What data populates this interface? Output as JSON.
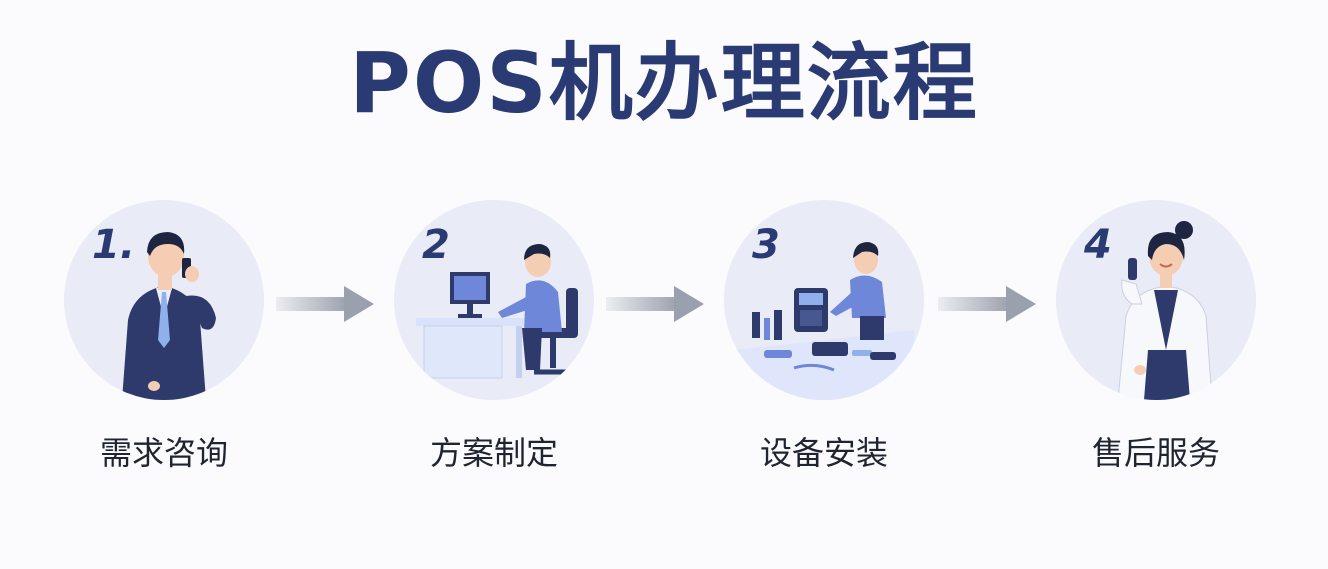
{
  "title": "POS机办理流程",
  "steps": [
    {
      "number": "1.",
      "label": "需求咨询"
    },
    {
      "number": "2",
      "label": "方案制定"
    },
    {
      "number": "3",
      "label": "设备安装"
    },
    {
      "number": "4",
      "label": "售后服务"
    }
  ],
  "colors": {
    "title": "#2a3a73",
    "circle_bg": "#e9ecf6",
    "arrow": "#9aa0ad",
    "suit_navy": "#2d3a6b",
    "shirt_blue": "#6f87d8"
  },
  "icons": [
    "phone-call-person",
    "computer-desk-worker",
    "device-installer",
    "customer-service-agent",
    "right-arrow"
  ]
}
